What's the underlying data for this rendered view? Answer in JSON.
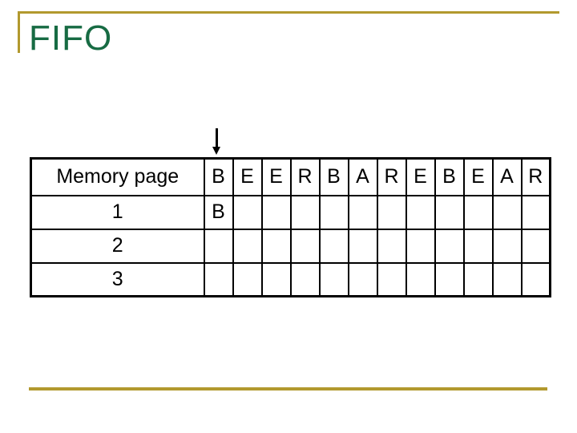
{
  "colors": {
    "title_green": "#176b43",
    "accent_gold": "#b2992e",
    "highlight_purple": "#b876d8",
    "table_border": "#000000",
    "cell_text": "#000000",
    "background": "#ffffff"
  },
  "slide": {
    "title": "FIFO"
  },
  "table": {
    "header_label": "Memory page",
    "reference_string": [
      "B",
      "E",
      "E",
      "R",
      "B",
      "A",
      "R",
      "E",
      "B",
      "E",
      "A",
      "R"
    ],
    "rows": [
      {
        "label": "1",
        "cells": [
          "B",
          "",
          "",
          "",
          "",
          "",
          "",
          "",
          "",
          "",
          "",
          ""
        ]
      },
      {
        "label": "2",
        "cells": [
          "",
          "",
          "",
          "",
          "",
          "",
          "",
          "",
          "",
          "",
          "",
          ""
        ]
      },
      {
        "label": "3",
        "cells": [
          "",
          "",
          "",
          "",
          "",
          "",
          "",
          "",
          "",
          "",
          "",
          ""
        ]
      }
    ],
    "highlight_cell": {
      "row": 0,
      "col": 0
    }
  },
  "annotations": {
    "arrow": "down arrow pointing at first reference column"
  }
}
